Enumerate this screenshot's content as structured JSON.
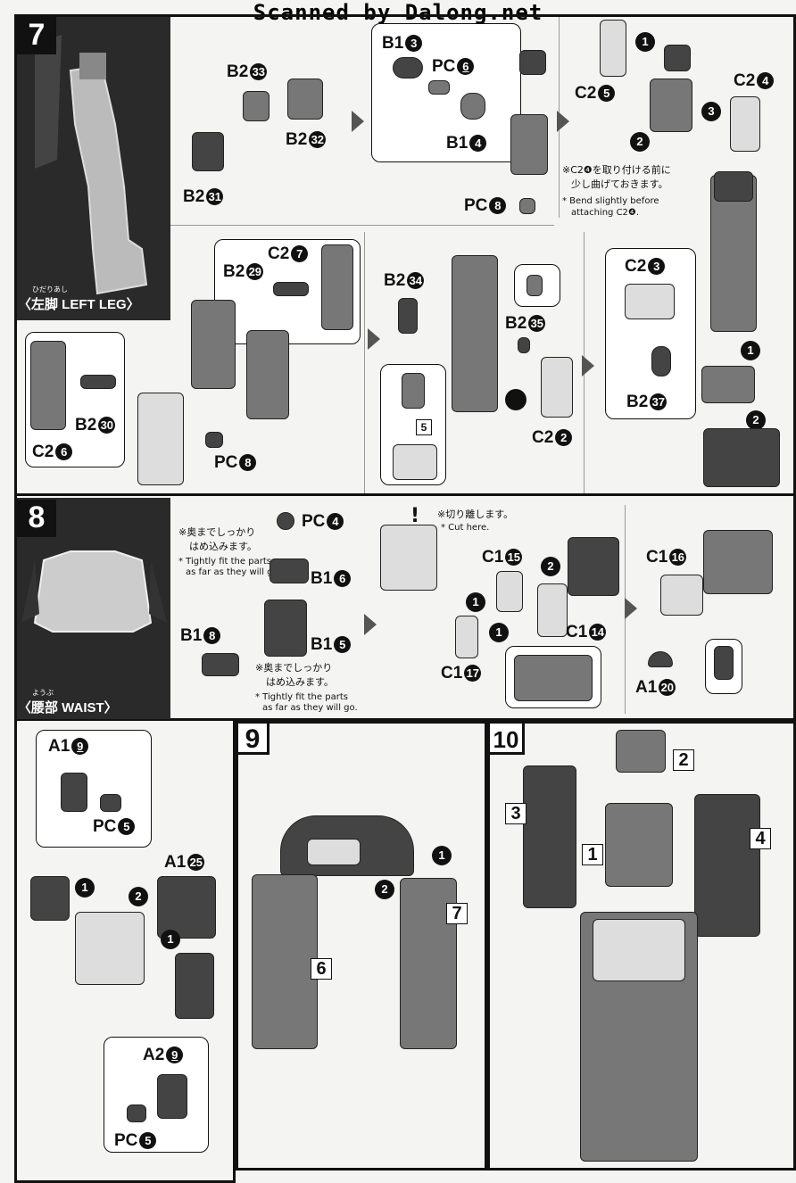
{
  "watermark": "Scanned by Dalong.net",
  "step7": {
    "number": "7",
    "caption_ruby": "ひだりあし",
    "caption": "〈左脚 LEFT LEG〉",
    "labels": {
      "b2_33": "B2",
      "b2_33c": "33",
      "b2_32": "B2",
      "b2_32c": "32",
      "b2_31": "B2",
      "b2_31c": "31",
      "b1_3": "B1",
      "b1_3c": "3",
      "pc6": "PC",
      "pc6c": "6",
      "b1_4": "B1",
      "b1_4c": "4",
      "pc8a": "PC",
      "pc8ac": "8",
      "c2_5": "C2",
      "c2_5c": "5",
      "c2_4": "C2",
      "c2_4c": "4",
      "c2_7": "C2",
      "c2_7c": "7",
      "b2_29": "B2",
      "b2_29c": "29",
      "b2_30": "B2",
      "b2_30c": "30",
      "c2_6": "C2",
      "c2_6c": "6",
      "pc8b": "PC",
      "pc8bc": "8",
      "b2_34": "B2",
      "b2_34c": "34",
      "b2_35": "B2",
      "b2_35c": "35",
      "c2_2": "C2",
      "c2_2c": "2",
      "c2_3": "C2",
      "c2_3c": "3",
      "b2_37": "B2",
      "b2_37c": "37",
      "box5": "5"
    },
    "note_jp1": "※C2❹を取り付ける前に",
    "note_jp2": "少し曲げておきます。",
    "note_en1": "* Bend slightly before",
    "note_en2": "attaching C2❹."
  },
  "step8": {
    "number": "8",
    "caption_ruby": "ようぶ",
    "caption": "〈腰部 WAIST〉",
    "note1_jp1": "※奥までしっかり",
    "note1_jp2": "はめ込みます。",
    "note1_en1": "* Tightly fit the parts",
    "note1_en2": "as far as they will go.",
    "note2_jp1": "※奥までしっかり",
    "note2_jp2": "はめ込みます。",
    "note2_en1": "* Tightly fit the parts",
    "note2_en2": "as far as they will go.",
    "cut_jp": "※切り離します。",
    "cut_en": "* Cut here.",
    "labels": {
      "pc4": "PC",
      "pc4c": "4",
      "b1_6": "B1",
      "b1_6c": "6",
      "b1_8": "B1",
      "b1_8c": "8",
      "b1_5": "B1",
      "b1_5c": "5",
      "c1_15": "C1",
      "c1_15c": "15",
      "c1_14": "C1",
      "c1_14c": "14",
      "c1_17": "C1",
      "c1_17c": "17",
      "c1_16": "C1",
      "c1_16c": "16",
      "a1_20": "A1",
      "a1_20c": "20"
    }
  },
  "step8b": {
    "labels": {
      "a1_9": "A1",
      "a1_9c": "9",
      "pc5a": "PC",
      "pc5ac": "5",
      "a1_25": "A1",
      "a1_25c": "25",
      "a2_9": "A2",
      "a2_9c": "9",
      "pc5b": "PC",
      "pc5bc": "5"
    }
  },
  "step9": {
    "number": "9",
    "box6": "6",
    "box7": "7"
  },
  "step10": {
    "number": "10",
    "box1": "1",
    "box2": "2",
    "box3": "3",
    "box4": "4"
  },
  "badges": {
    "one": "1",
    "two": "2",
    "three": "3"
  }
}
